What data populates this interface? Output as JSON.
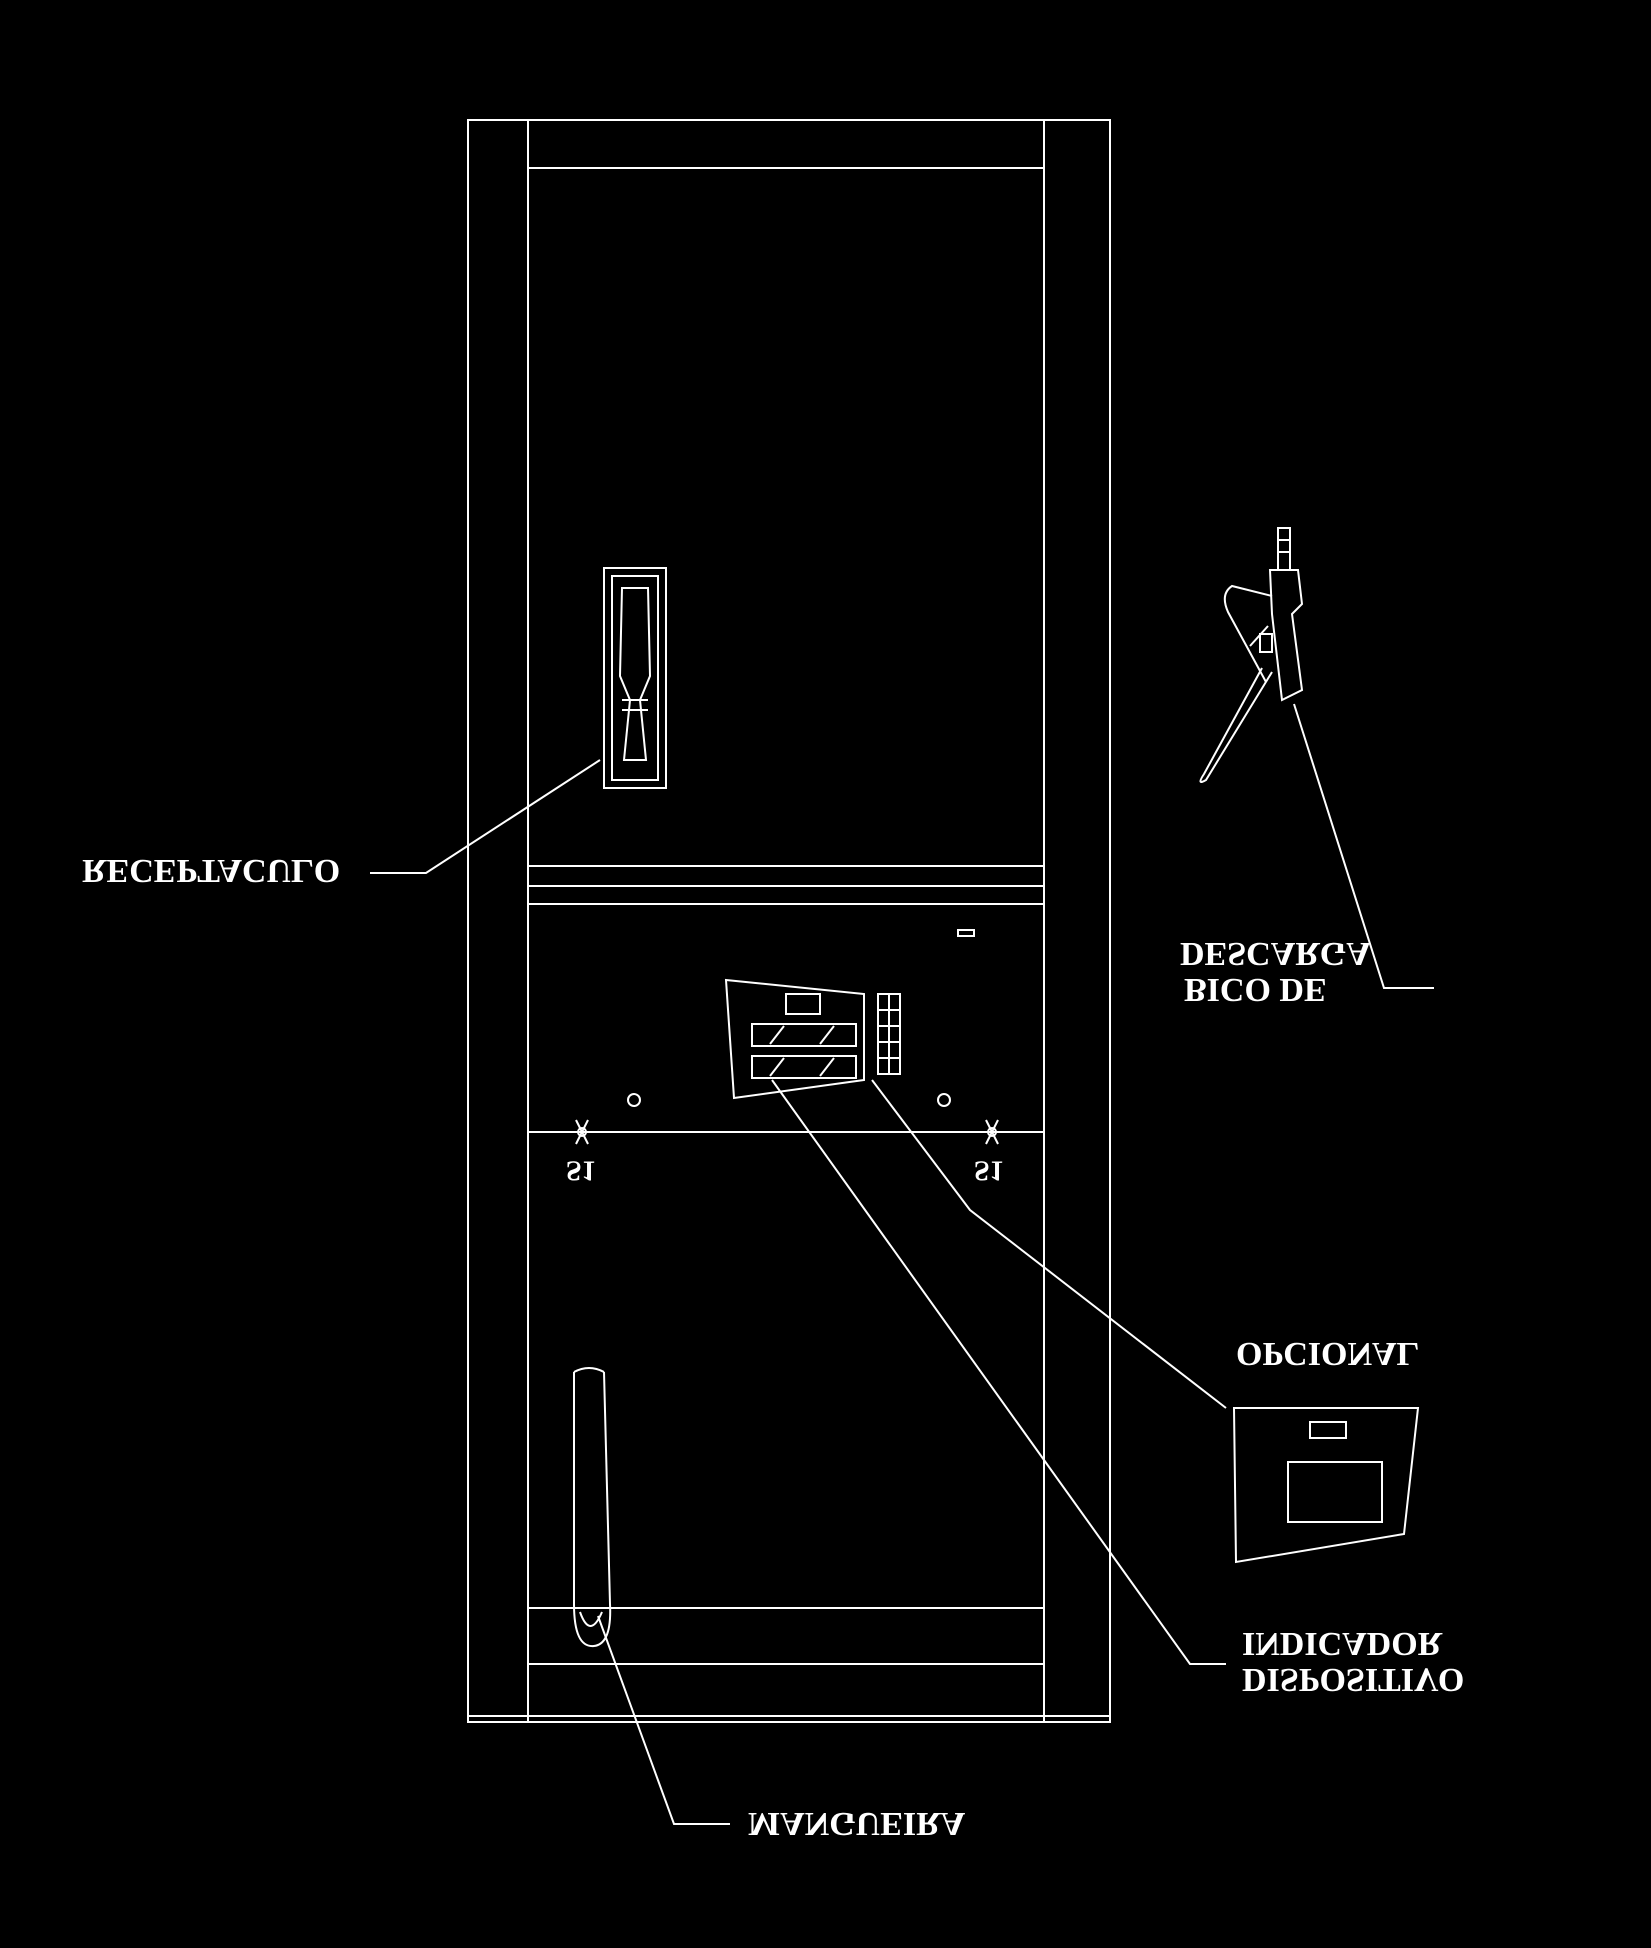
{
  "colors": {
    "background": "#000000",
    "line": "#ffffff"
  },
  "labels": {
    "receptacle": "RECEPTACULO",
    "nozzle_line1": "BICO DE",
    "nozzle_line2": "DESCARGA",
    "optional": "OPCIONAL",
    "indicator_line1": "DISPOSITIVO",
    "indicator_line2": "INDICADOR",
    "hose": "MANGUEIRA",
    "mark_left": "S1",
    "mark_right": "S1"
  },
  "icons": [
    "nozzle-icon",
    "receptacle-icon",
    "display-panel-icon",
    "optional-panel-icon",
    "hose-icon"
  ]
}
